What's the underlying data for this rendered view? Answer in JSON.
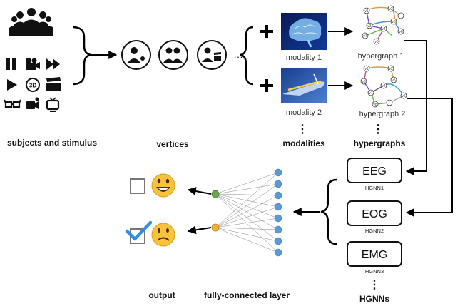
{
  "labels": {
    "subjects": "subjects and stimulus",
    "vertices": "vertices",
    "modalities": "modalities",
    "hypergraphs": "hypergraphs",
    "output": "output",
    "fc_layer": "fully-connected layer",
    "hgnns": "HGNNs"
  },
  "modality1": {
    "label": "modality 1"
  },
  "modality2": {
    "label": "modality 2"
  },
  "hypergraph1": {
    "label": "hypergraph 1"
  },
  "hypergraph2": {
    "label": "hypergraph 2"
  },
  "hgnn_boxes": [
    {
      "title": "EEG",
      "sub": "HGNN1"
    },
    {
      "title": "EOG",
      "sub": "HGNN2"
    },
    {
      "title": "EMG",
      "sub": "HGNN3"
    }
  ],
  "vertex_ellipsis": "…",
  "hyper_vertex_labels": [
    "v1",
    "v2",
    "v3",
    "v4",
    "v5",
    "v6",
    "v7",
    "v8"
  ],
  "colors": {
    "node_blue": "#5b9bd5",
    "node_green": "#6aa84f",
    "node_orange": "#f1b434",
    "smiley": "#f6c33b",
    "check_blue": "#2f8fe0"
  },
  "icons": [
    "people-group-icon",
    "pause-icon",
    "camera-icon",
    "fast-forward-icon",
    "play-icon",
    "3d-icon",
    "clapperboard-icon",
    "vr-glasses-icon",
    "video-camera-icon",
    "tv-icon",
    "brain-image",
    "arm-xray-image",
    "happy-face-icon",
    "sad-face-icon",
    "checkbox-icon"
  ]
}
